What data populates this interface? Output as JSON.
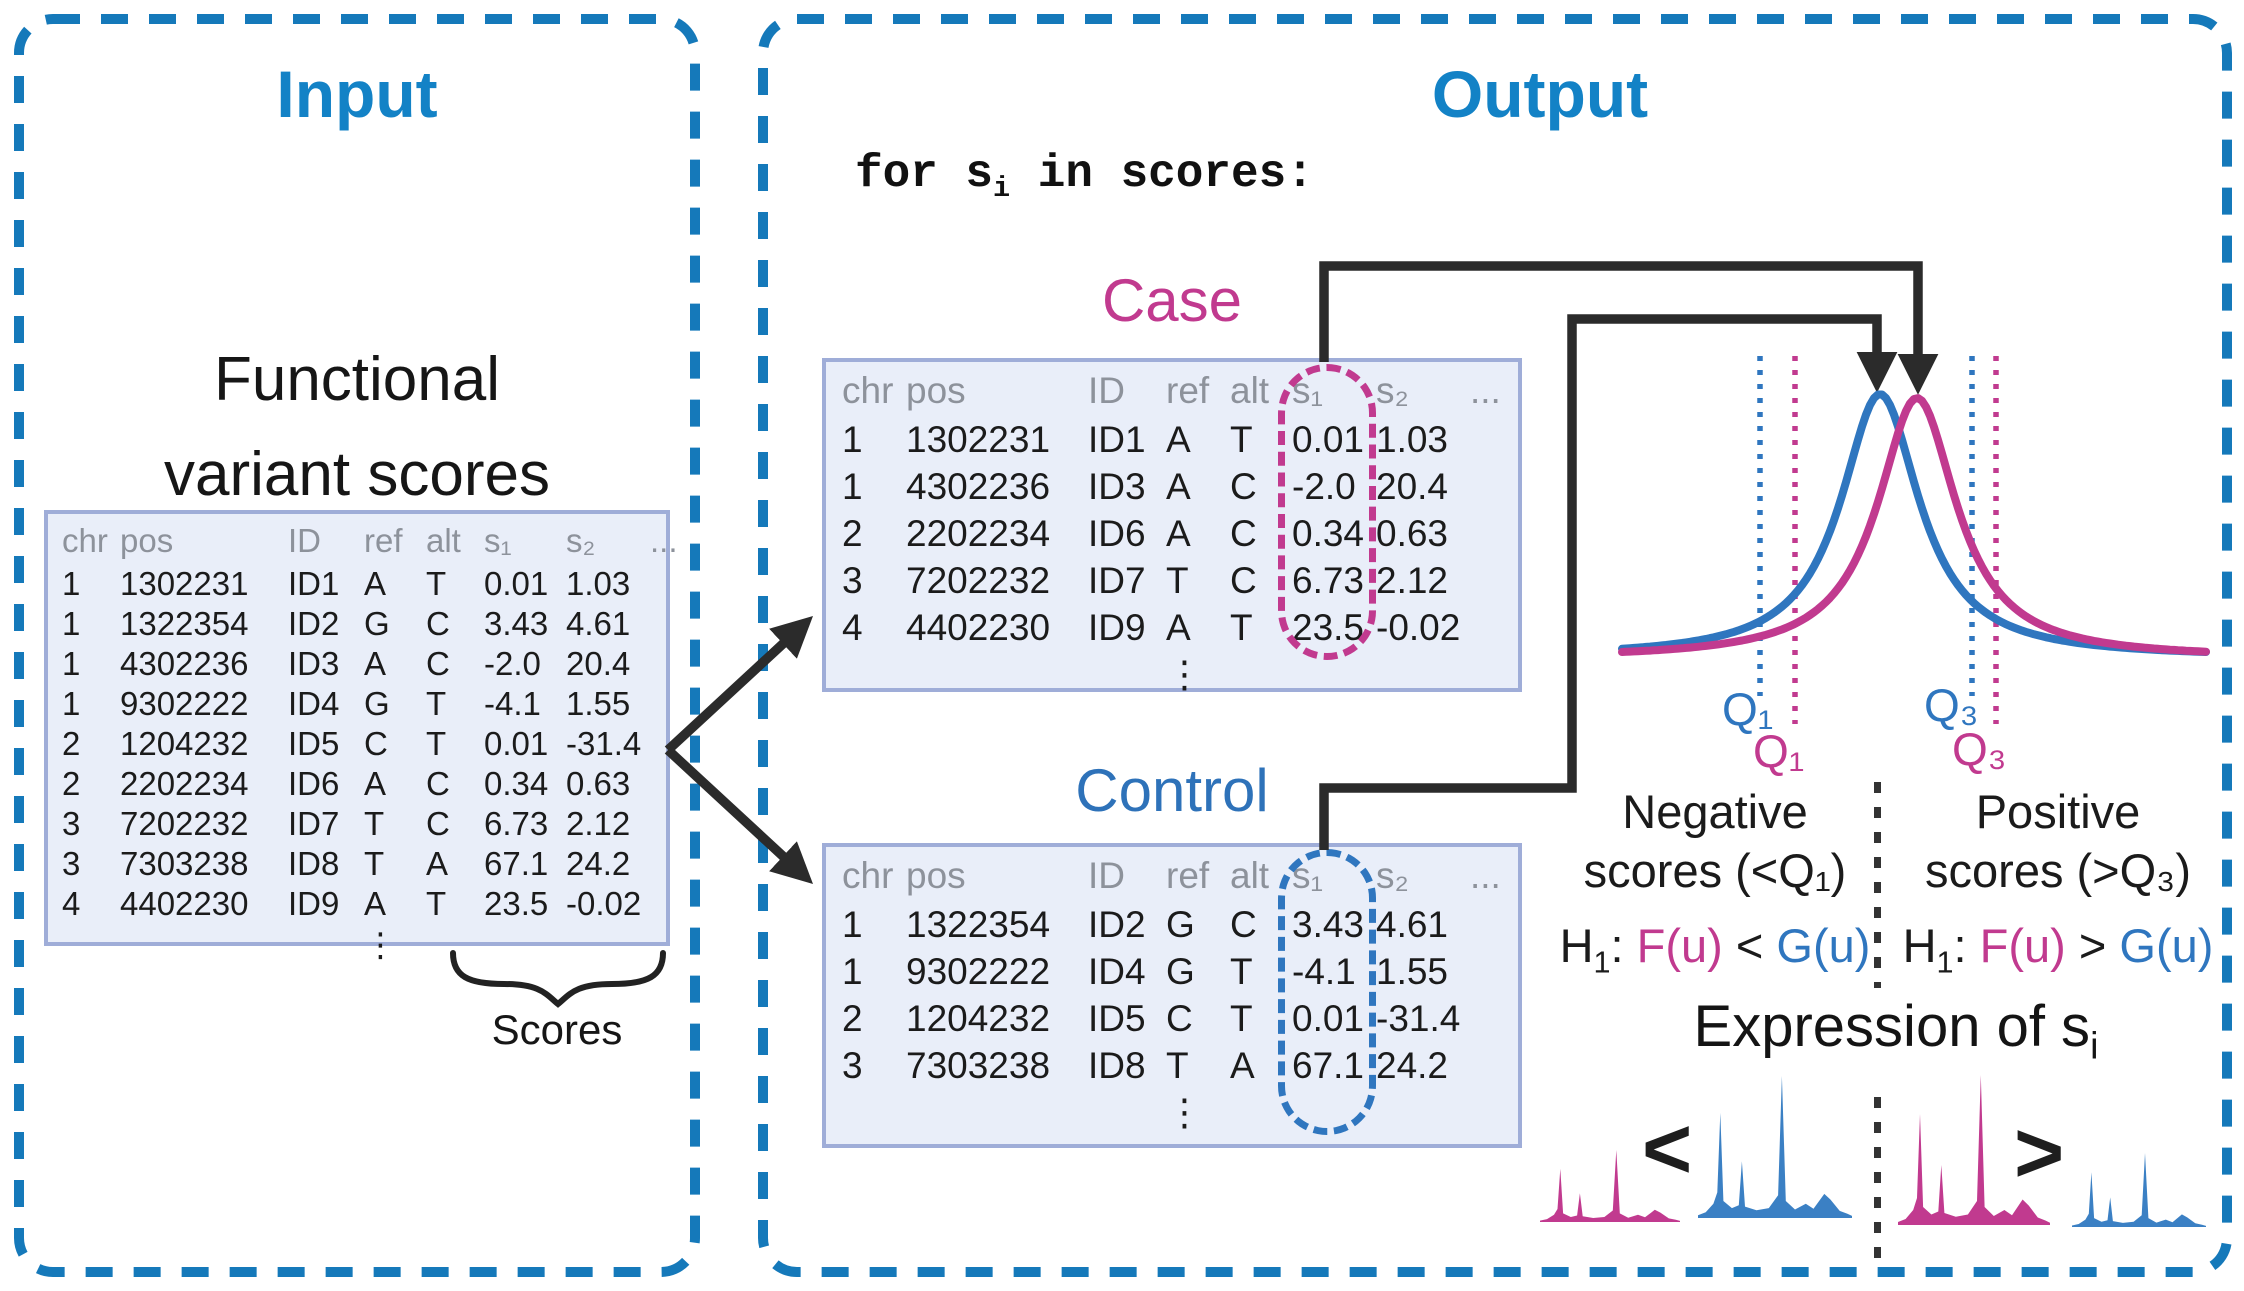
{
  "input_panel": {
    "title": "Input",
    "subtitle_line1": "Functional",
    "subtitle_line2": "variant scores",
    "table": {
      "headers": [
        "chr",
        "pos",
        "ID",
        "ref",
        "alt",
        "s₁",
        "s₂",
        "..."
      ],
      "rows": [
        [
          "1",
          "1302231",
          "ID1",
          "A",
          "T",
          "0.01",
          "1.03"
        ],
        [
          "1",
          "1322354",
          "ID2",
          "G",
          "C",
          "3.43",
          "4.61"
        ],
        [
          "1",
          "4302236",
          "ID3",
          "A",
          "C",
          "-2.0",
          "20.4"
        ],
        [
          "1",
          "9302222",
          "ID4",
          "G",
          "T",
          "-4.1",
          "1.55"
        ],
        [
          "2",
          "1204232",
          "ID5",
          "C",
          "T",
          "0.01",
          "-31.4"
        ],
        [
          "2",
          "2202234",
          "ID6",
          "A",
          "C",
          "0.34",
          "0.63"
        ],
        [
          "3",
          "7202232",
          "ID7",
          "T",
          "C",
          "6.73",
          "2.12"
        ],
        [
          "3",
          "7303238",
          "ID8",
          "T",
          "A",
          "67.1",
          "24.2"
        ],
        [
          "4",
          "4402230",
          "ID9",
          "A",
          "T",
          "23.5",
          "-0.02"
        ]
      ],
      "ellipsis": "⋮"
    },
    "brace_label": "Scores"
  },
  "output_panel": {
    "title": "Output",
    "code_line": {
      "pre": "for s",
      "sub": "i",
      "post": " in scores:"
    },
    "case": {
      "label": "Case",
      "table": {
        "headers": [
          "chr",
          "pos",
          "ID",
          "ref",
          "alt",
          "s₁",
          "s₂",
          "..."
        ],
        "rows": [
          [
            "1",
            "1302231",
            "ID1",
            "A",
            "T",
            "0.01",
            "1.03"
          ],
          [
            "1",
            "4302236",
            "ID3",
            "A",
            "C",
            "-2.0",
            "20.4"
          ],
          [
            "2",
            "2202234",
            "ID6",
            "A",
            "C",
            "0.34",
            "0.63"
          ],
          [
            "3",
            "7202232",
            "ID7",
            "T",
            "C",
            "6.73",
            "2.12"
          ],
          [
            "4",
            "4402230",
            "ID9",
            "A",
            "T",
            "23.5",
            "-0.02"
          ]
        ],
        "ellipsis": "⋮"
      }
    },
    "control": {
      "label": "Control",
      "table": {
        "headers": [
          "chr",
          "pos",
          "ID",
          "ref",
          "alt",
          "s₁",
          "s₂",
          "..."
        ],
        "rows": [
          [
            "1",
            "1322354",
            "ID2",
            "G",
            "C",
            "3.43",
            "4.61"
          ],
          [
            "1",
            "9302222",
            "ID4",
            "G",
            "T",
            "-4.1",
            "1.55"
          ],
          [
            "2",
            "1204232",
            "ID5",
            "C",
            "T",
            "0.01",
            "-31.4"
          ],
          [
            "3",
            "7303238",
            "ID8",
            "T",
            "A",
            "67.1",
            "24.2"
          ]
        ],
        "ellipsis": "⋮"
      }
    },
    "hypotheses": {
      "negative_title_line1": "Negative",
      "negative_title_line2": "scores (<Q₁)",
      "positive_title_line1": "Positive",
      "positive_title_line2": "scores (>Q₃)",
      "h_left": {
        "h": "H",
        "hsub": "1",
        "colon": ": ",
        "f": "F(u)",
        "op": " < ",
        "g": "G(u)"
      },
      "h_right": {
        "h": "H",
        "hsub": "1",
        "colon": ": ",
        "f": "F(u)",
        "op": " > ",
        "g": "G(u)"
      },
      "expression": {
        "pre": "Expression of s",
        "sub": "i"
      },
      "comparison_left_op": "<",
      "comparison_right_op": ">"
    }
  },
  "colors": {
    "accent_blue": "#1382c6",
    "panel_border_blue": "#1579ba",
    "case_pink": "#c13a8f",
    "control_blue": "#2f76bf",
    "track_blue": "#3b80c4",
    "table_fill": "#e9eef9",
    "table_border": "#9fadd8",
    "connector_black": "#2b2b2b"
  },
  "chart_data": [
    {
      "type": "line",
      "title": "Case vs Control score distributions",
      "shape": "lorentzian",
      "baseline_y": 652,
      "x_range": [
        1622,
        2206
      ],
      "width_param": 48,
      "lines_top": 356,
      "series": [
        {
          "name": "Control G(u)",
          "color": "#2f76bf",
          "center": 1880,
          "peak_height": 258
        },
        {
          "name": "Case F(u)",
          "color": "#c13a8f",
          "center": 1917,
          "peak_height": 254
        }
      ],
      "quantiles": [
        {
          "label": "Q₁",
          "series": "Control",
          "color": "#2f76bf",
          "x": 1760,
          "line_bottom": 696
        },
        {
          "label": "Q₁",
          "series": "Case",
          "color": "#c13a8f",
          "x": 1795,
          "line_bottom": 724
        },
        {
          "label": "Q₃",
          "series": "Control",
          "color": "#2f76bf",
          "x": 1972,
          "line_bottom": 696
        },
        {
          "label": "Q₃",
          "series": "Case",
          "color": "#c13a8f",
          "x": 1996,
          "line_bottom": 724
        }
      ]
    },
    {
      "type": "area",
      "title": "Expression signal tracks",
      "profile": [
        [
          0,
          0.02
        ],
        [
          0.05,
          0.04
        ],
        [
          0.1,
          0.1
        ],
        [
          0.125,
          0.18
        ],
        [
          0.145,
          0.74
        ],
        [
          0.165,
          0.12
        ],
        [
          0.22,
          0.07
        ],
        [
          0.265,
          0.09
        ],
        [
          0.285,
          0.4
        ],
        [
          0.305,
          0.08
        ],
        [
          0.38,
          0.055
        ],
        [
          0.46,
          0.07
        ],
        [
          0.52,
          0.16
        ],
        [
          0.545,
          1.0
        ],
        [
          0.57,
          0.12
        ],
        [
          0.63,
          0.06
        ],
        [
          0.7,
          0.1
        ],
        [
          0.75,
          0.065
        ],
        [
          0.82,
          0.17
        ],
        [
          0.86,
          0.13
        ],
        [
          0.92,
          0.05
        ],
        [
          0.97,
          0.03
        ],
        [
          1,
          0.015
        ]
      ],
      "tracks": [
        {
          "name": "negative-case-track",
          "color": "#c13a8f",
          "x": 1540,
          "width": 140,
          "baseline": 1222,
          "max_height": 72
        },
        {
          "name": "negative-control-track",
          "color": "#3b80c4",
          "x": 1698,
          "width": 154,
          "baseline": 1218,
          "max_height": 142
        },
        {
          "name": "positive-case-track",
          "color": "#c13a8f",
          "x": 1898,
          "width": 152,
          "baseline": 1225,
          "max_height": 150
        },
        {
          "name": "positive-control-track",
          "color": "#3b80c4",
          "x": 2072,
          "width": 134,
          "baseline": 1227,
          "max_height": 74
        }
      ]
    }
  ]
}
